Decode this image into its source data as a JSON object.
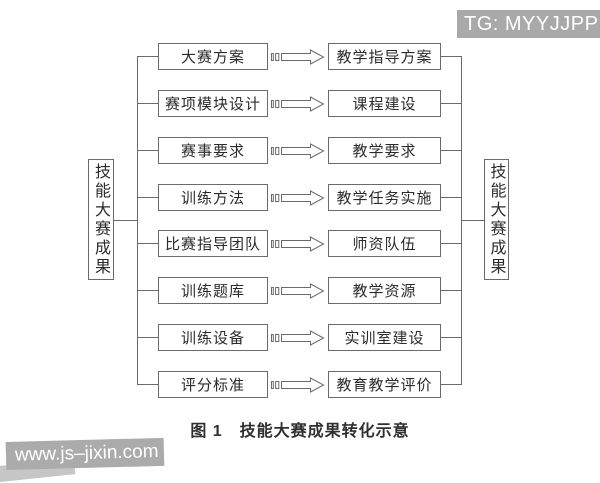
{
  "watermark_top": {
    "text": "TG: MYYJJPP"
  },
  "watermark_bottom": {
    "text": "www.js–jixin.com"
  },
  "figure": {
    "caption": "图 1　技能大赛成果转化示意",
    "left_side_label": "技能大赛成果",
    "right_side_label": "技能大赛成果",
    "rows": [
      {
        "left": "大赛方案",
        "right": "教学指导方案"
      },
      {
        "left": "赛项模块设计",
        "right": "课程建设"
      },
      {
        "left": "赛事要求",
        "right": "教学要求"
      },
      {
        "left": "训练方法",
        "right": "教学任务实施"
      },
      {
        "left": "比赛指导团队",
        "right": "师资队伍"
      },
      {
        "left": "训练题库",
        "right": "教学资源"
      },
      {
        "left": "训练设备",
        "right": "实训室建设"
      },
      {
        "left": "评分标准",
        "right": "教育教学评价"
      }
    ]
  },
  "icons": {
    "arrow": "striped-right-arrow"
  },
  "colors": {
    "line": "#6a6a6a",
    "text": "#2b2b2b",
    "watermark_top_bg": "#a9a9a9",
    "watermark_bottom_bg": "#ababab",
    "background": "#ffffff"
  }
}
